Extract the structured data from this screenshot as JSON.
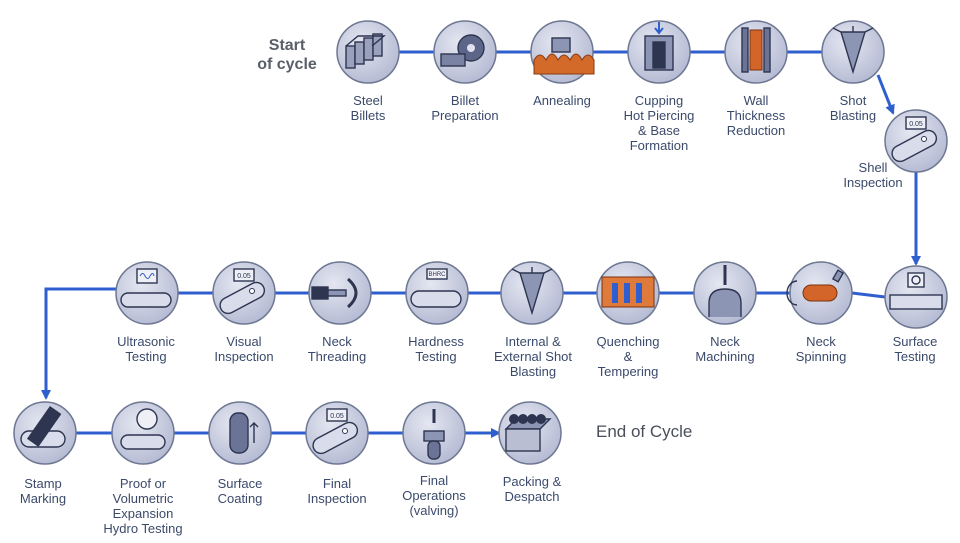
{
  "start_title": "Start\nof cycle",
  "end_title": "End of Cycle",
  "colors": {
    "arrow": "#2f5fcf",
    "disc": "#c3c8dc",
    "disc_edge": "#6e7792",
    "label": "#3b4a6b"
  },
  "steps": [
    {
      "label": "Steel\nBillets",
      "icon": "billets-icon"
    },
    {
      "label": "Billet\nPreparation",
      "icon": "saw-icon"
    },
    {
      "label": "Annealing",
      "icon": "furnace-icon"
    },
    {
      "label": "Cupping\nHot Piercing\n& Base\nFormation",
      "icon": "press-icon"
    },
    {
      "label": "Wall\nThickness\nReduction",
      "icon": "draw-bench-icon"
    },
    {
      "label": "Shot\nBlasting",
      "icon": "shot-blast-icon"
    },
    {
      "label": "Shell\nInspection",
      "icon": "inspection-icon"
    },
    {
      "label": "Surface\nTesting",
      "icon": "surface-test-icon"
    },
    {
      "label": "Neck\nSpinning",
      "icon": "spinning-icon"
    },
    {
      "label": "Neck\nMachining",
      "icon": "machining-icon"
    },
    {
      "label": "Quenching\n&\nTempering",
      "icon": "quench-icon"
    },
    {
      "label": "Internal &\nExternal Shot\nBlasting",
      "icon": "shot-blast-icon"
    },
    {
      "label": "Hardness\nTesting",
      "icon": "hardness-icon"
    },
    {
      "label": "Neck\nThreading",
      "icon": "threading-icon"
    },
    {
      "label": "Visual\nInspection",
      "icon": "inspection-icon"
    },
    {
      "label": "Ultrasonic\nTesting",
      "icon": "ultrasonic-icon"
    },
    {
      "label": "Stamp\nMarking",
      "icon": "stamp-icon"
    },
    {
      "label": "Proof or\nVolumetric\nExpansion\nHydro Testing",
      "icon": "hydro-test-icon"
    },
    {
      "label": "Surface\nCoating",
      "icon": "coating-icon"
    },
    {
      "label": "Final\nInspection",
      "icon": "inspection-icon"
    },
    {
      "label": "Final\nOperations\n(valving)",
      "icon": "valving-icon"
    },
    {
      "label": "Packing &\nDespatch",
      "icon": "packing-icon"
    }
  ]
}
